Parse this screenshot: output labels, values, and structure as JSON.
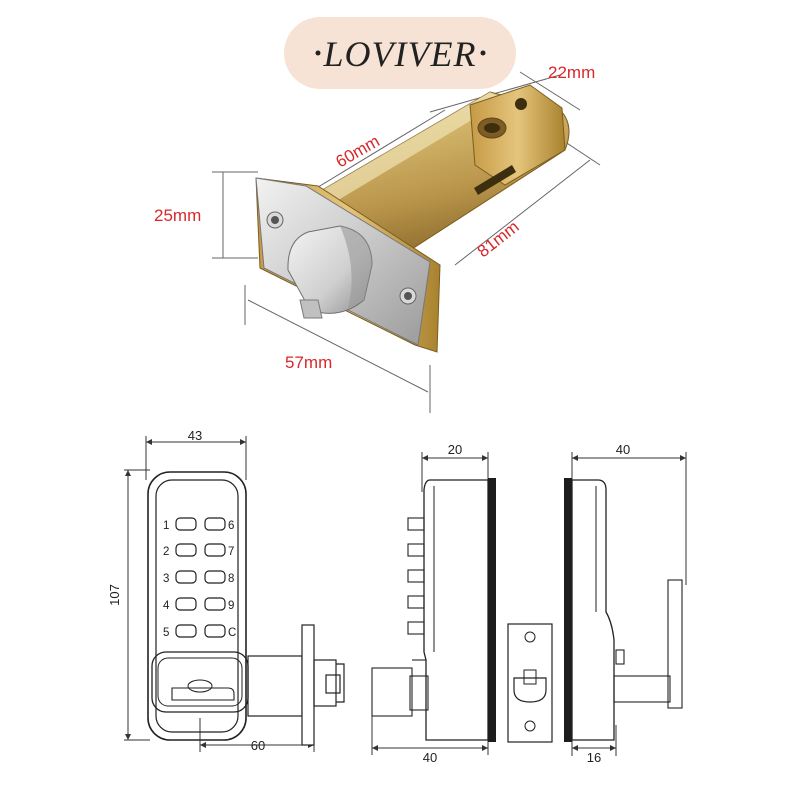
{
  "brand": {
    "name": "LOVIVER",
    "badge_color": "#f7e3d5"
  },
  "photo_dimensions": {
    "width": "22mm",
    "length": "60mm",
    "plate_height": "25mm",
    "total_length": "81mm",
    "plate_width": "57mm",
    "label_color": "#d8282a"
  },
  "drawing_dimensions": {
    "front_width": "43",
    "front_height": "107",
    "front_latch": "60",
    "side_depth": "20",
    "side_latch": "40",
    "rear_width": "40",
    "rear_spindle": "16"
  },
  "keypad": {
    "left_keys": [
      "1",
      "2",
      "3",
      "4",
      "5"
    ],
    "right_keys": [
      "6",
      "7",
      "8",
      "9",
      "C"
    ]
  }
}
